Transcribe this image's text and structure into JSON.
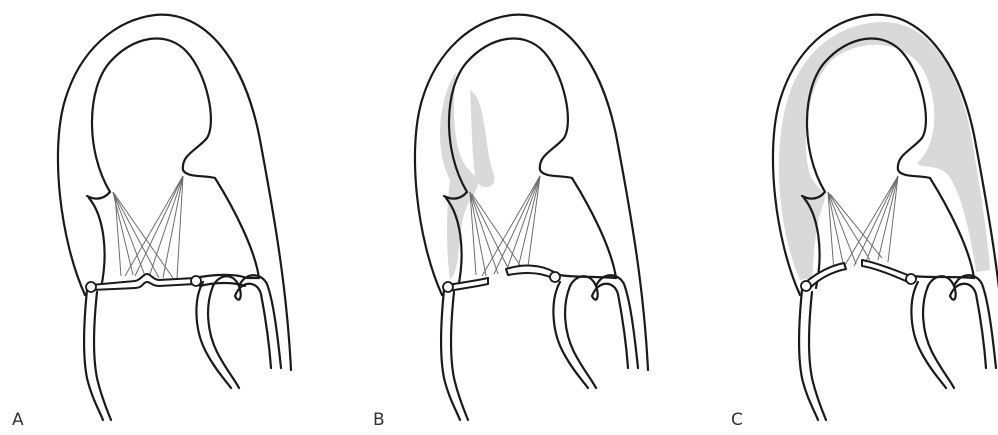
{
  "panels": [
    {
      "label": "A",
      "shading": "none"
    },
    {
      "label": "B",
      "shading": "partial"
    },
    {
      "label": "C",
      "shading": "diffuse"
    }
  ],
  "colors": {
    "outline": "#1a1a1a",
    "chordae": "#6d6d6d",
    "shading": "#d9d9d9",
    "background": "#ffffff"
  }
}
